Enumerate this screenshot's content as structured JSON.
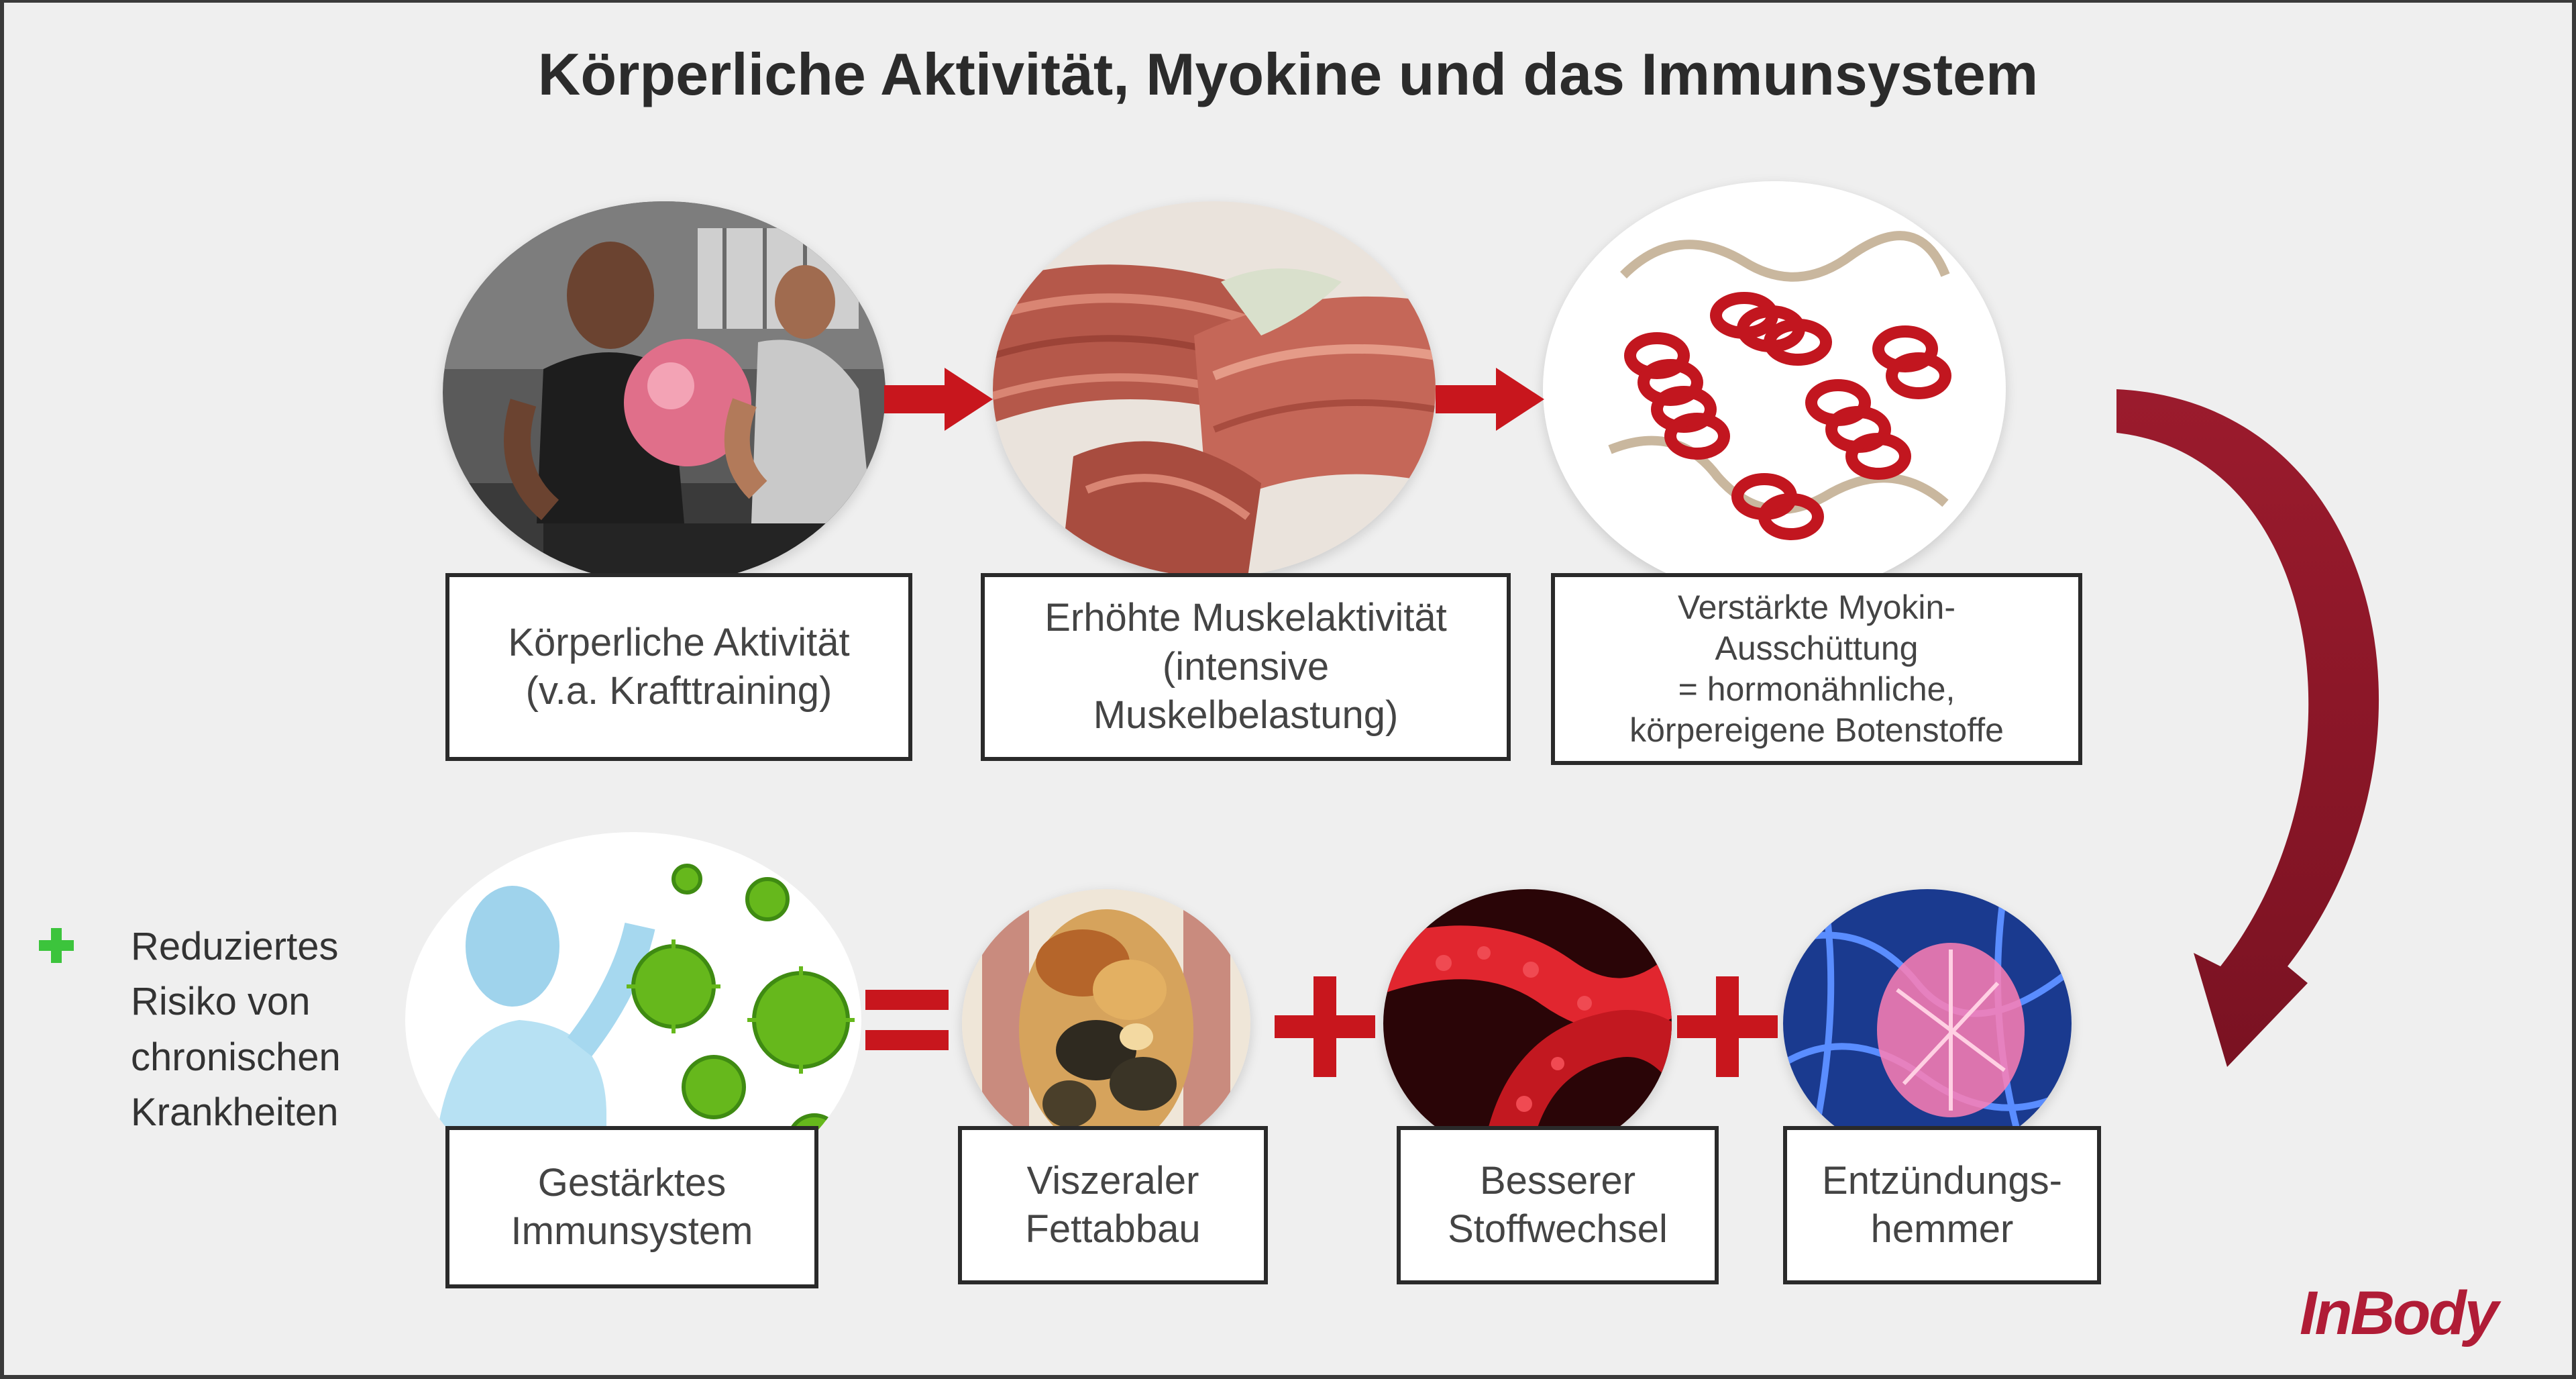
{
  "title": "Körperliche Aktivität, Myokine und das Immunsystem",
  "top_row": [
    {
      "label": "Körperliche Aktivität\n(v.a. Krafttraining)"
    },
    {
      "label": "Erhöhte Muskelaktivität\n(intensive\nMuskelbelastung)"
    },
    {
      "label": "Verstärkte Myokin-\nAusschüttung\n= hormonähnliche,\nkörpereigene Botenstoffe"
    }
  ],
  "bottom_row": [
    {
      "label": "Gestärktes\nImmunsystem"
    },
    {
      "label": "Viszeraler\nFettabbau"
    },
    {
      "label": "Besserer\nStoffwechsel"
    },
    {
      "label": "Entzündungs-\nhemmer"
    }
  ],
  "side_note": "Reduziertes\nRisiko von\nchronischen\nKrankheiten",
  "logo": "InBody",
  "colors": {
    "arrow_red": "#c8161d",
    "curve_dark_red": "#8a1626",
    "green_plus": "#3cc43c",
    "logo": "#b01c36"
  },
  "icons": [
    "fitness-photo",
    "muscle-illustration",
    "protein-helix",
    "immune-virus",
    "visceral-fat",
    "blood-vessel",
    "neural-network"
  ]
}
